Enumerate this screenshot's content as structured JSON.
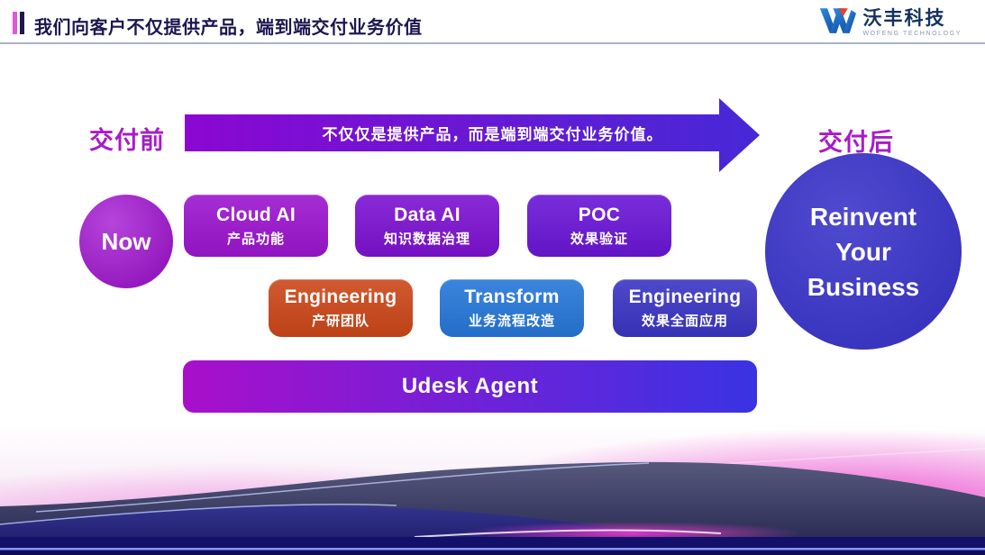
{
  "header": {
    "title": "我们向客户不仅提供产品，端到端交付业务价值",
    "logo_name": "沃丰科技",
    "logo_subtitle": "WOFENG TECHNOLOGY"
  },
  "flow": {
    "before_label": "交付前",
    "after_label": "交付后",
    "arrow_text": "不仅仅是提供产品，而是端到端交付业务价值。",
    "now_label": "Now",
    "platform_label": "Udesk Agent",
    "result_text": "Reinvent\nYour\nBusiness"
  },
  "stages_row1": [
    {
      "title": "Cloud AI",
      "subtitle": "产品功能"
    },
    {
      "title": "Data AI",
      "subtitle": "知识数据治理"
    },
    {
      "title": "POC",
      "subtitle": "效果验证"
    }
  ],
  "stages_row2": [
    {
      "title": "Engineering",
      "subtitle": "产研团队"
    },
    {
      "title": "Transform",
      "subtitle": "业务流程改造"
    },
    {
      "title": "Engineering",
      "subtitle": "效果全面应用"
    }
  ],
  "colors": {
    "title_navy": "#1d164f",
    "hdr_bar_pink": "#e259d3",
    "divider": "#a9b2c5",
    "brand_magenta": "#a81bc8",
    "arrow_from": "#8b07d2",
    "arrow_to": "#4629d6",
    "now_circle": "#a51cd3",
    "cloud_ai_box": "#9c15cf",
    "data_ai_box": "#7d12d2",
    "poc_box": "#6a16d6",
    "engineering_box": "#cc4719",
    "transform_box": "#2677d9",
    "engineering2_box": "#3a35c4",
    "udesk_from": "#a90fca",
    "udesk_to": "#3933e3",
    "reinvent_circle": "#3b36c9",
    "logo_blue": "#2b8de0",
    "logo_blue_dark": "#1348a0",
    "logo_red": "#e8402a",
    "wave_pink": "#ec3ccd",
    "wave_navy": "#12106a"
  }
}
